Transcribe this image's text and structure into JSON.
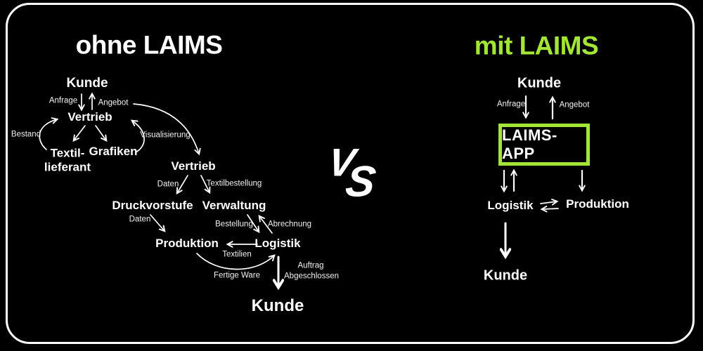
{
  "colors": {
    "background": "#000000",
    "text": "#ffffff",
    "accent_green": "#a3e635",
    "frame_border": "#ffffff"
  },
  "vs_badge": {
    "v": "V",
    "s": "S"
  },
  "left": {
    "title": "ohne LAIMS",
    "nodes": {
      "kunde_top": "Kunde",
      "vertrieb1": "Vertrieb",
      "textil_line1": "Textil-",
      "textil_line2": "lieferant",
      "grafiken": "Grafiken",
      "vertrieb2": "Vertrieb",
      "druckvorstufe": "Druckvorstufe",
      "verwaltung": "Verwaltung",
      "produktion": "Produktion",
      "logistik": "Logistik",
      "kunde_bottom": "Kunde"
    },
    "edge_labels": {
      "anfrage": "Anfrage",
      "angebot": "Angebot",
      "bestand": "Bestand",
      "visualisierung": "Visualisierung",
      "daten1": "Daten",
      "textilbestellung": "Textilbestellung",
      "daten2": "Daten",
      "bestellung": "Bestellung",
      "abrechnung": "Abrechnung",
      "textilien": "Textilien",
      "fertige_ware": "Fertige Ware",
      "auftrag_line1": "Auftrag",
      "auftrag_line2": "Abgeschlossen"
    }
  },
  "right": {
    "title": "mit LAIMS",
    "nodes": {
      "kunde_top": "Kunde",
      "app": "LAIMS-APP",
      "logistik": "Logistik",
      "produktion": "Produktion",
      "kunde_bottom": "Kunde"
    },
    "edge_labels": {
      "anfrage": "Anfrage",
      "angebot": "Angebot"
    }
  }
}
